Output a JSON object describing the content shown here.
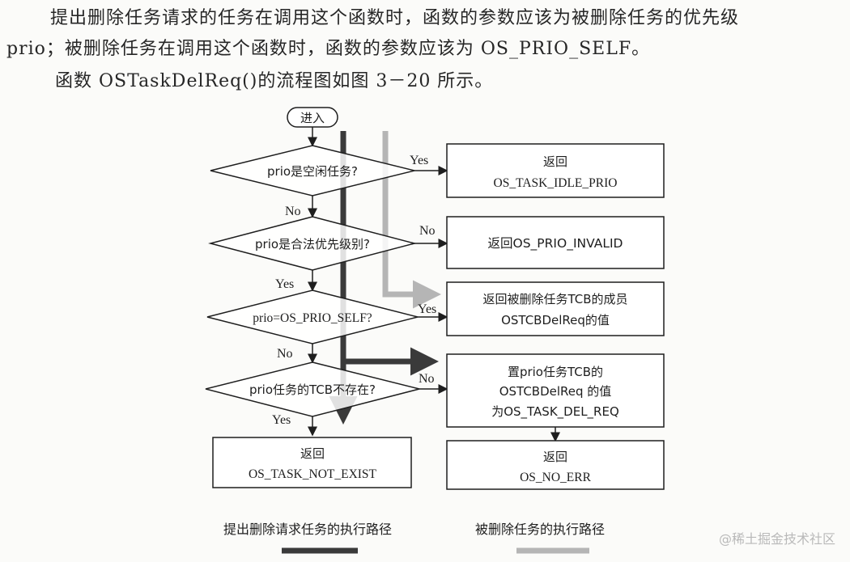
{
  "text": {
    "line1": "提出删除任务请求的任务在调用这个函数时，函数的参数应该为被删除任务的优先级",
    "line2": "prio；被删除任务在调用这个函数时，函数的参数应该为 OS_PRIO_SELF。",
    "line3": "函数 OSTaskDelReq()的流程图如图 3－20 所示。"
  },
  "flowchart": {
    "start": "进入",
    "d1": "prio是空闲任务?",
    "d2": "prio是合法优先级别?",
    "d3": "prio=OS_PRIO_SELF?",
    "d4": "prio任务的TCB不存在?",
    "r1": [
      "返回",
      "OS_TASK_IDLE_PRIO"
    ],
    "r2": [
      "返回OS_PRIO_INVALID"
    ],
    "r3": [
      "返回被删除任务TCB的成员",
      "OSTCBDelReq的值"
    ],
    "r4": [
      "置prio任务TCB的",
      "OSTCBDelReq 的值",
      "为OS_TASK_DEL_REQ"
    ],
    "r5": [
      "返回",
      "OS_NO_ERR"
    ],
    "r6": [
      "返回",
      "OS_TASK_NOT_EXIST"
    ],
    "lbl_d1_yes": "Yes",
    "lbl_d1_no": "No",
    "lbl_d2_no": "No",
    "lbl_d2_yes": "Yes",
    "lbl_d3_yes": "Yes",
    "lbl_d3_no": "No",
    "lbl_d4_no": "No",
    "lbl_d4_yes": "Yes"
  },
  "legend": {
    "dark": "提出删除请求任务的执行路径",
    "light": "被删除任务的执行路径"
  },
  "watermark": "@稀土掘金技术社区",
  "colors": {
    "dark_path": "#3a3a3a",
    "light_path": "#b5b5b5",
    "line": "#1e1e1e"
  }
}
